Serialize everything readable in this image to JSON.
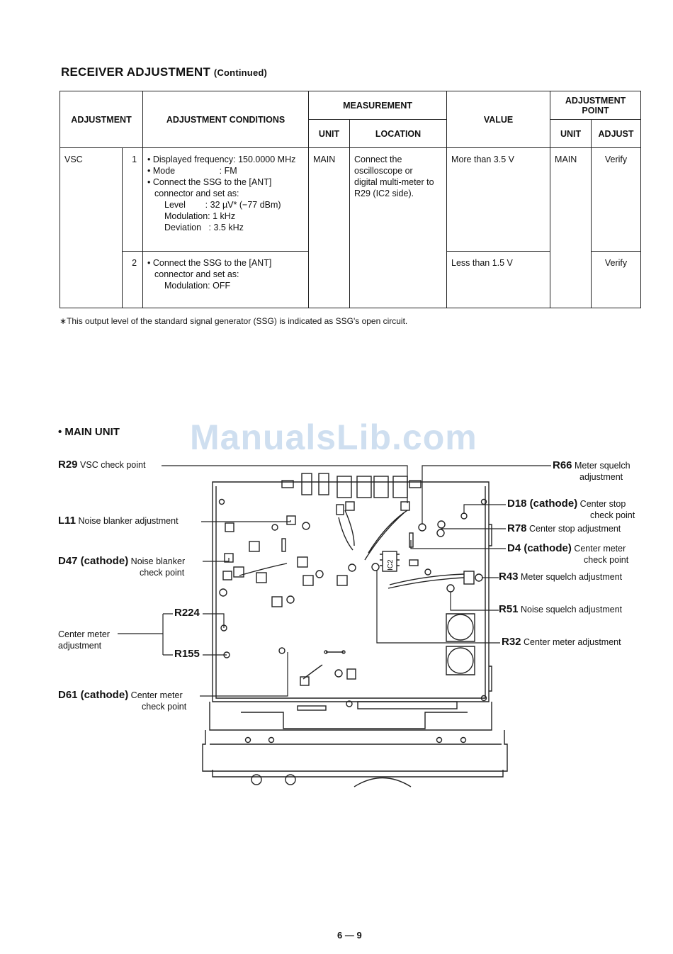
{
  "title": {
    "main": "RECEIVER ADJUSTMENT",
    "cont": "(Continued)"
  },
  "table": {
    "headers": {
      "adjustment": "ADJUSTMENT",
      "conditions": "ADJUSTMENT CONDITIONS",
      "measurement": "MEASUREMENT",
      "unit": "UNIT",
      "location": "LOCATION",
      "value": "VALUE",
      "adj_point": "ADJUSTMENT POINT",
      "adj_unit": "UNIT",
      "adjust": "ADJUST"
    },
    "adjustment_name": "VSC",
    "rows": [
      {
        "step": "1",
        "conditions": [
          "• Displayed frequency: 150.0000 MHz",
          "• Mode                  : FM",
          "• Connect the SSG to the [ANT]",
          "connector and set as:",
          "Level        : 32 µV* (−77 dBm)",
          "Modulation: 1 kHz",
          "Deviation   : 3.5 kHz"
        ],
        "meas_unit": "MAIN",
        "location": [
          "Connect the",
          "oscilloscope or",
          "digital multi-meter to",
          "R29 (IC2 side)."
        ],
        "value": "More than 3.5 V",
        "adj_unit": "MAIN",
        "adjust": "Verify"
      },
      {
        "step": "2",
        "conditions": [
          "• Connect the SSG to the [ANT]",
          "connector and set as:",
          "Modulation: OFF"
        ],
        "value": "Less than 1.5 V",
        "adjust": "Verify"
      }
    ]
  },
  "footnote": "∗This output level of the standard signal generator (SSG) is indicated as SSG's open circuit.",
  "section_title": "• MAIN UNIT",
  "watermark": "ManualsLib.com",
  "diagram": {
    "left_labels": [
      {
        "id": "R29",
        "text": "VSC check point"
      },
      {
        "id": "L11",
        "text": "Noise blanker adjustment"
      },
      {
        "id": "D47 (cathode)",
        "text": "Noise blanker",
        "text2": "check point"
      },
      {
        "id": "R224"
      },
      {
        "group": "Center meter",
        "group2": "adjustment"
      },
      {
        "id": "R155"
      },
      {
        "id": "D61 (cathode)",
        "text": "Center meter",
        "text2": "check point"
      }
    ],
    "right_labels": [
      {
        "id": "R66",
        "text": "Meter squelch",
        "text2": "adjustment"
      },
      {
        "id": "D18 (cathode)",
        "text": "Center stop",
        "text2": "check point"
      },
      {
        "id": "R78",
        "text": "Center stop adjustment"
      },
      {
        "id": "D4 (cathode)",
        "text": "Center meter",
        "text2": "check point"
      },
      {
        "id": "R43",
        "text": "Meter squelch adjustment"
      },
      {
        "id": "R51",
        "text": "Noise squelch adjustment"
      },
      {
        "id": "R32",
        "text": "Center meter adjustment"
      }
    ],
    "ic_label": "IC2"
  },
  "page_number": "6 — 9"
}
